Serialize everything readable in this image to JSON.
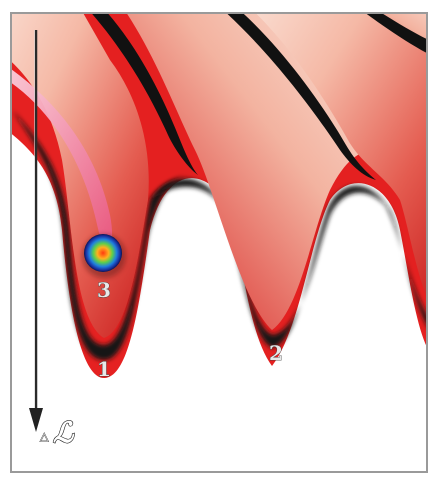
{
  "labels": {
    "lobe_1": "1",
    "lobe_2": "2",
    "particle": "3",
    "axis_symbol": "△",
    "axis_letter": "ℒ"
  },
  "colors": {
    "frame_border": "#9a9a9a",
    "lobe_light": "#f8d7c9",
    "lobe_mid": "#e8655a",
    "lobe_deep": "#c81a1a",
    "shadow_band": "#111111",
    "trail_pink": "#f07fa0",
    "particle_core": "#ff4a1a",
    "particle_ring": "#1a3cbf"
  }
}
